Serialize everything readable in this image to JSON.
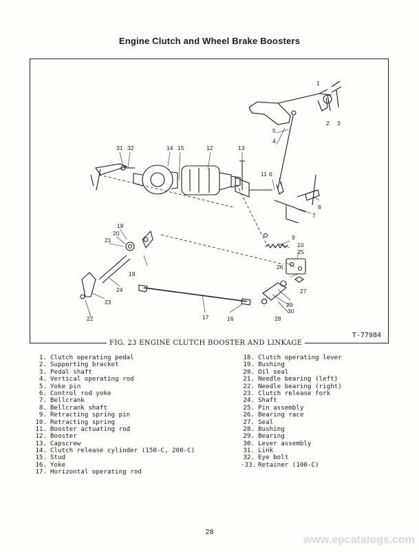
{
  "page": {
    "title": "Engine Clutch and Wheel Brake Boosters",
    "page_number": "28",
    "watermark": "www.epcatalogs.com"
  },
  "figure": {
    "id": "T-77984",
    "caption": "FIG. 23  ENGINE CLUTCH BOOSTER AND LINKAGE",
    "callouts": [
      "31",
      "32",
      "14",
      "15",
      "12",
      "13",
      "1",
      "2",
      "3",
      "5",
      "4",
      "11",
      "6",
      "8",
      "7",
      "18",
      "20",
      "21",
      "9",
      "10",
      "25",
      "26",
      "27",
      "19",
      "24",
      "23",
      "22",
      "17",
      "16",
      "29",
      "30",
      "28"
    ]
  },
  "parts": [
    {
      "num": "1.",
      "name": "Clutch operating pedal"
    },
    {
      "num": "2.",
      "name": "Supporting bracket"
    },
    {
      "num": "3.",
      "name": "Pedal shaft"
    },
    {
      "num": "4.",
      "name": "Vertical operating rod"
    },
    {
      "num": "5.",
      "name": "Yoke pin"
    },
    {
      "num": "6.",
      "name": "Control rod yoke"
    },
    {
      "num": "7.",
      "name": "Bellcrank"
    },
    {
      "num": "8.",
      "name": "Bellcrank shaft"
    },
    {
      "num": "9.",
      "name": "Retracting spring pin"
    },
    {
      "num": "10.",
      "name": "Retracting spring"
    },
    {
      "num": "11.",
      "name": "Booster actuating rod"
    },
    {
      "num": "12.",
      "name": "Booster"
    },
    {
      "num": "13.",
      "name": "Capscrew"
    },
    {
      "num": "14.",
      "name": "Clutch release cylinder (150-C, 200-C)"
    },
    {
      "num": "15.",
      "name": "Stud"
    },
    {
      "num": "16.",
      "name": "Yoke"
    },
    {
      "num": "17.",
      "name": "Horizontal operating rod"
    },
    {
      "num": "18.",
      "name": "Clutch operating lever"
    },
    {
      "num": "19.",
      "name": "Bushing"
    },
    {
      "num": "20.",
      "name": "Oil seal"
    },
    {
      "num": "21.",
      "name": "Needle bearing (left)"
    },
    {
      "num": "22.",
      "name": "Needle bearing (right)"
    },
    {
      "num": "23.",
      "name": "Clutch release fork"
    },
    {
      "num": "24.",
      "name": "Shaft"
    },
    {
      "num": "25.",
      "name": "Pin assembly"
    },
    {
      "num": "26.",
      "name": "Bearing race"
    },
    {
      "num": "27.",
      "name": "Seal"
    },
    {
      "num": "28.",
      "name": "Bushing"
    },
    {
      "num": "29.",
      "name": "Bearing"
    },
    {
      "num": "30.",
      "name": "Lever assembly"
    },
    {
      "num": "31.",
      "name": "Link"
    },
    {
      "num": "32.",
      "name": "Eye bolt"
    },
    {
      "num": "·33.",
      "name": "Retainer (100-C)"
    }
  ]
}
